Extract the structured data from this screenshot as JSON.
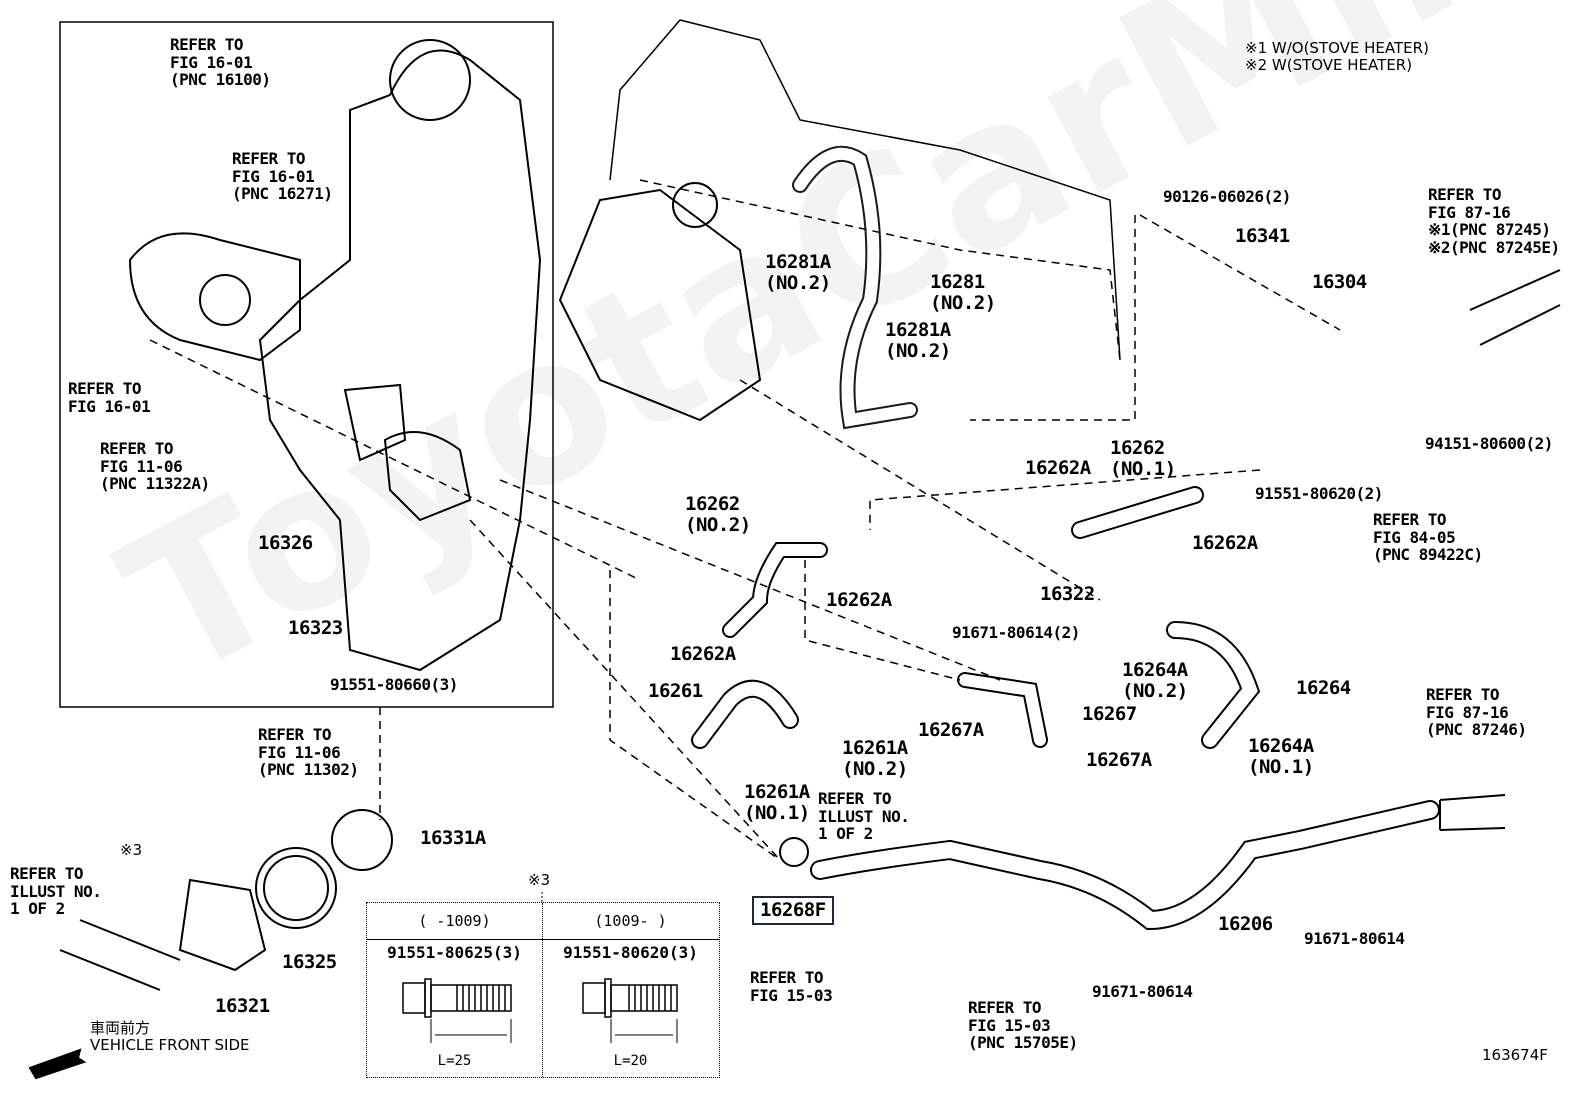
{
  "diagram_id": "163674F",
  "watermark": "ToyotaCarMine.ru",
  "notes": "※1 W/O(STOVE HEATER)\n※2 W(STOVE HEATER)",
  "labels": [
    "REFER TO\nFIG 16-01\n(PNC 16100)",
    "REFER TO\nFIG 16-01\n(PNC 16271)",
    "REFER TO\nFIG 16-01",
    "REFER TO\nFIG 11-06\n(PNC 11322A)",
    "16326",
    "16323",
    "91551-80660(3)",
    "REFER TO\nFIG 11-06\n(PNC 11302)",
    "16281A\n(NO.2)",
    "16281\n(NO.2)",
    "16281A\n(NO.2)",
    "90126-06026(2)",
    "16341",
    "16304",
    "REFER TO\nFIG 87-16\n※1(PNC 87245)\n※2(PNC 87245E)",
    "94151-80600(2)",
    "91551-80620(2)",
    "REFER TO\nFIG 84-05\n(PNC 89422C)",
    "16262\n(NO.1)",
    "16262A",
    "16262A",
    "16262\n(NO.2)",
    "16262A",
    "16322",
    "91671-80614(2)",
    "16262A",
    "16261",
    "16264A\n(NO.2)",
    "16264",
    "16267",
    "16267A",
    "16267A",
    "16261A\n(NO.2)",
    "16264A\n(NO.1)",
    "REFER TO\nFIG 87-16\n(PNC 87246)",
    "16261A\n(NO.1)",
    "REFER TO\nILLUST NO.\n1 OF 2",
    "16331A",
    "※3",
    "REFER TO\nILLUST NO.\n1 OF 2",
    "※3",
    "16268F",
    "16206",
    "91671-80614",
    "16325",
    "16321",
    "REFER TO\nFIG 15-03",
    "REFER TO\nFIG 15-03\n(PNC 15705E)",
    "91671-80614",
    "車両前方\nVEHICLE FRONT SIDE"
  ],
  "bolt_table": {
    "columns": [
      {
        "range": "(     -1009)",
        "part": "91551-80625(3)",
        "length": "L=25"
      },
      {
        "range": "(1009-     )",
        "part": "91551-80620(3)",
        "length": "L=20"
      }
    ]
  },
  "highlight_color": "#1a2a3a"
}
